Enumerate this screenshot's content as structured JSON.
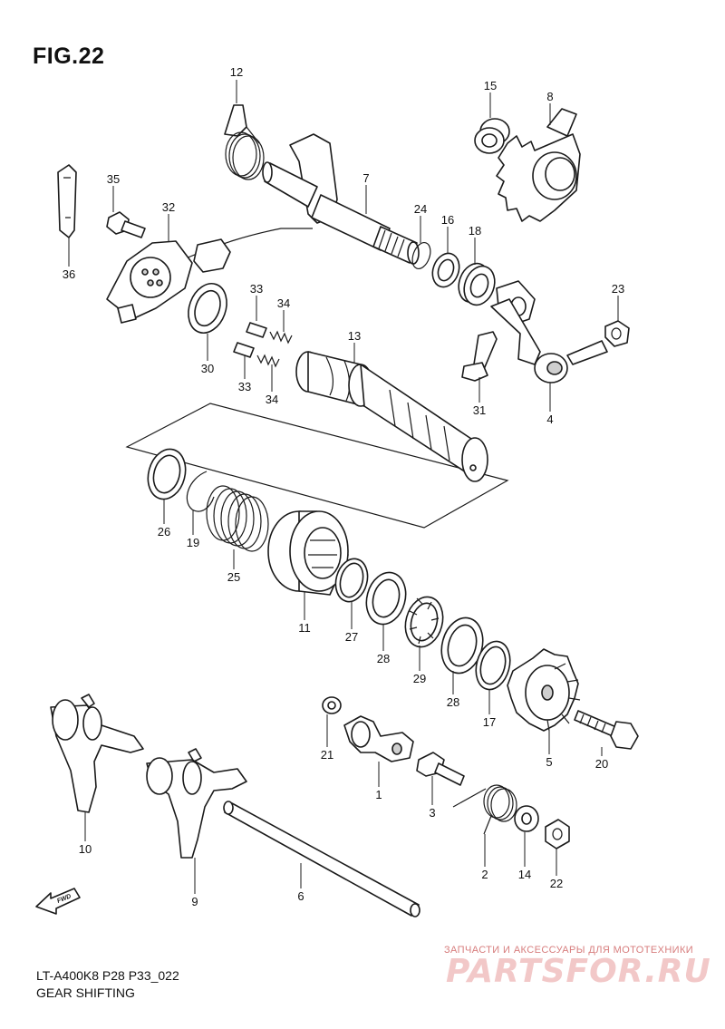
{
  "figure": {
    "title": "FIG.22",
    "model_code": "LT-A400K8 P28 P33_022",
    "name": "GEAR SHIFTING"
  },
  "watermark": {
    "tagline": "ЗАПЧАСТИ И АКСЕССУАРЫ ДЛЯ МОТОТЕХНИКИ",
    "logo": "PARTSFOR.RU"
  },
  "fwd_badge": "FWD",
  "callouts": [
    {
      "id": "c12",
      "label": "12"
    },
    {
      "id": "c15",
      "label": "15"
    },
    {
      "id": "c8",
      "label": "8"
    },
    {
      "id": "c35",
      "label": "35"
    },
    {
      "id": "c32",
      "label": "32"
    },
    {
      "id": "c7",
      "label": "7"
    },
    {
      "id": "c24",
      "label": "24"
    },
    {
      "id": "c16",
      "label": "16"
    },
    {
      "id": "c18",
      "label": "18"
    },
    {
      "id": "c36",
      "label": "36"
    },
    {
      "id": "c33a",
      "label": "33"
    },
    {
      "id": "c34a",
      "label": "34"
    },
    {
      "id": "c23",
      "label": "23"
    },
    {
      "id": "c30",
      "label": "30"
    },
    {
      "id": "c13",
      "label": "13"
    },
    {
      "id": "c33b",
      "label": "33"
    },
    {
      "id": "c34b",
      "label": "34"
    },
    {
      "id": "c31",
      "label": "31"
    },
    {
      "id": "c4",
      "label": "4"
    },
    {
      "id": "c26",
      "label": "26"
    },
    {
      "id": "c19",
      "label": "19"
    },
    {
      "id": "c25",
      "label": "25"
    },
    {
      "id": "c11",
      "label": "11"
    },
    {
      "id": "c27",
      "label": "27"
    },
    {
      "id": "c28a",
      "label": "28"
    },
    {
      "id": "c29",
      "label": "29"
    },
    {
      "id": "c28b",
      "label": "28"
    },
    {
      "id": "c17",
      "label": "17"
    },
    {
      "id": "c5",
      "label": "5"
    },
    {
      "id": "c20",
      "label": "20"
    },
    {
      "id": "c21",
      "label": "21"
    },
    {
      "id": "c1",
      "label": "1"
    },
    {
      "id": "c3",
      "label": "3"
    },
    {
      "id": "c2",
      "label": "2"
    },
    {
      "id": "c14",
      "label": "14"
    },
    {
      "id": "c22",
      "label": "22"
    },
    {
      "id": "c10",
      "label": "10"
    },
    {
      "id": "c9",
      "label": "9"
    },
    {
      "id": "c6",
      "label": "6"
    }
  ]
}
